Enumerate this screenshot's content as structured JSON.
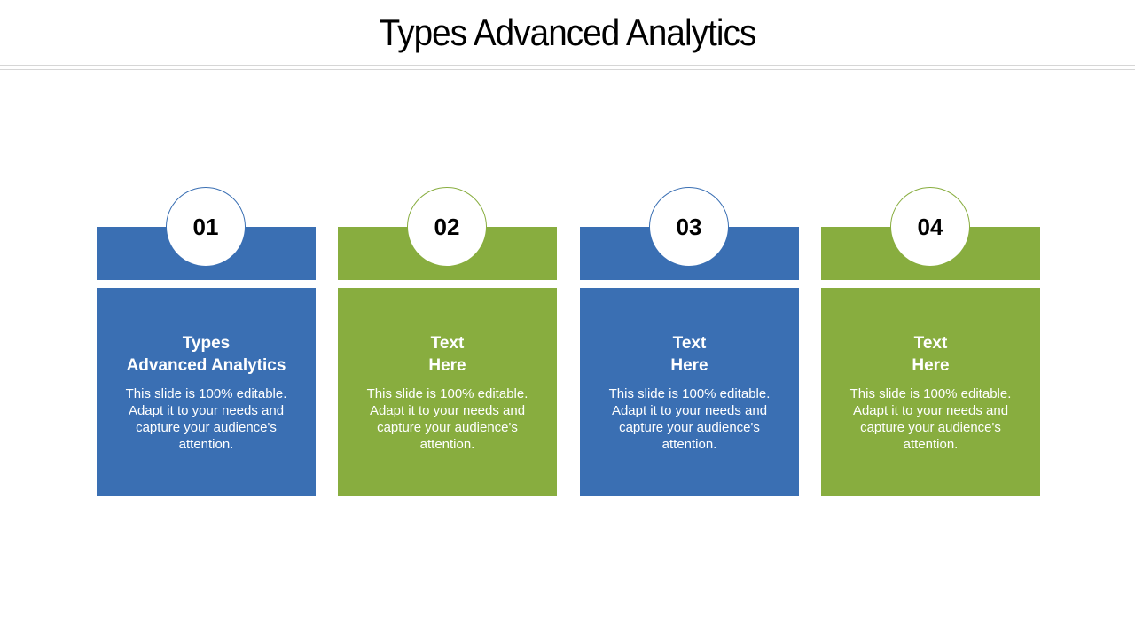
{
  "slide": {
    "title": "Types Advanced Analytics"
  },
  "colors": {
    "blue": "#3a6fb3",
    "green": "#88ad3f",
    "blue_circle_border": "#3a6fb3",
    "green_circle_border": "#88ad3f"
  },
  "cards": [
    {
      "number": "01",
      "heading": "Types\nAdvanced Analytics",
      "description": "This slide is 100% editable. Adapt it to your needs and capture your audience's attention.",
      "color": "#3a6fb3"
    },
    {
      "number": "02",
      "heading": "Text\nHere",
      "description": "This slide is 100% editable. Adapt it to your needs and capture your audience's attention.",
      "color": "#88ad3f"
    },
    {
      "number": "03",
      "heading": "Text\nHere",
      "description": "This slide is 100% editable. Adapt it to your needs and capture your audience's attention.",
      "color": "#3a6fb3"
    },
    {
      "number": "04",
      "heading": "Text\nHere",
      "description": "This slide is 100% editable. Adapt it to your needs and capture your audience's attention.",
      "color": "#88ad3f"
    }
  ]
}
